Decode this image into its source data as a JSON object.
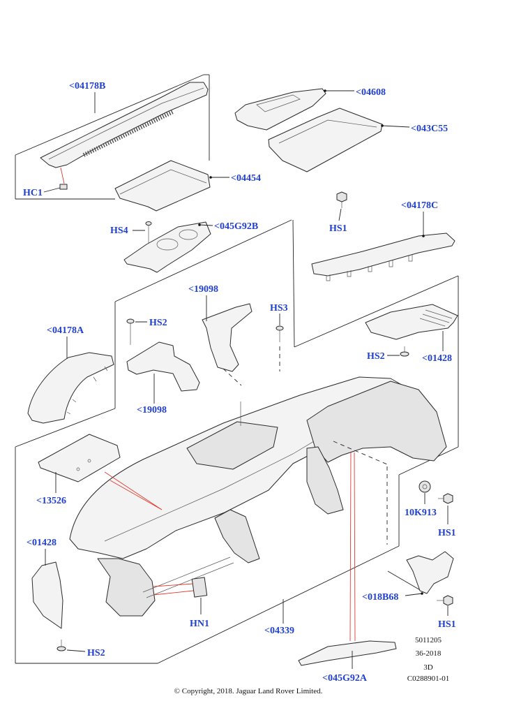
{
  "callouts": [
    "<04178B",
    "HC1",
    "<04454",
    "<04608",
    "<043C55",
    "HS1",
    "<04178C",
    "HS4",
    "<045G92B",
    "<19098",
    "HS3",
    "HS2",
    "<04178A",
    "HS2",
    "<01428",
    "<19098",
    "<13526",
    "10K913",
    "HS1",
    "<01428",
    "<018B68",
    "HN1",
    "HS1",
    "<04339",
    "HS2",
    "<045G92A"
  ],
  "doc_info": {
    "number": "5011205",
    "date": "36-2018",
    "view": "3D",
    "reference": "C0288901-01"
  },
  "copyright": "© Copyright, 2018. Jaguar Land Rover Limited.",
  "colors": {
    "label": "#1f3fd0",
    "red_leader": "#e23b2e"
  }
}
